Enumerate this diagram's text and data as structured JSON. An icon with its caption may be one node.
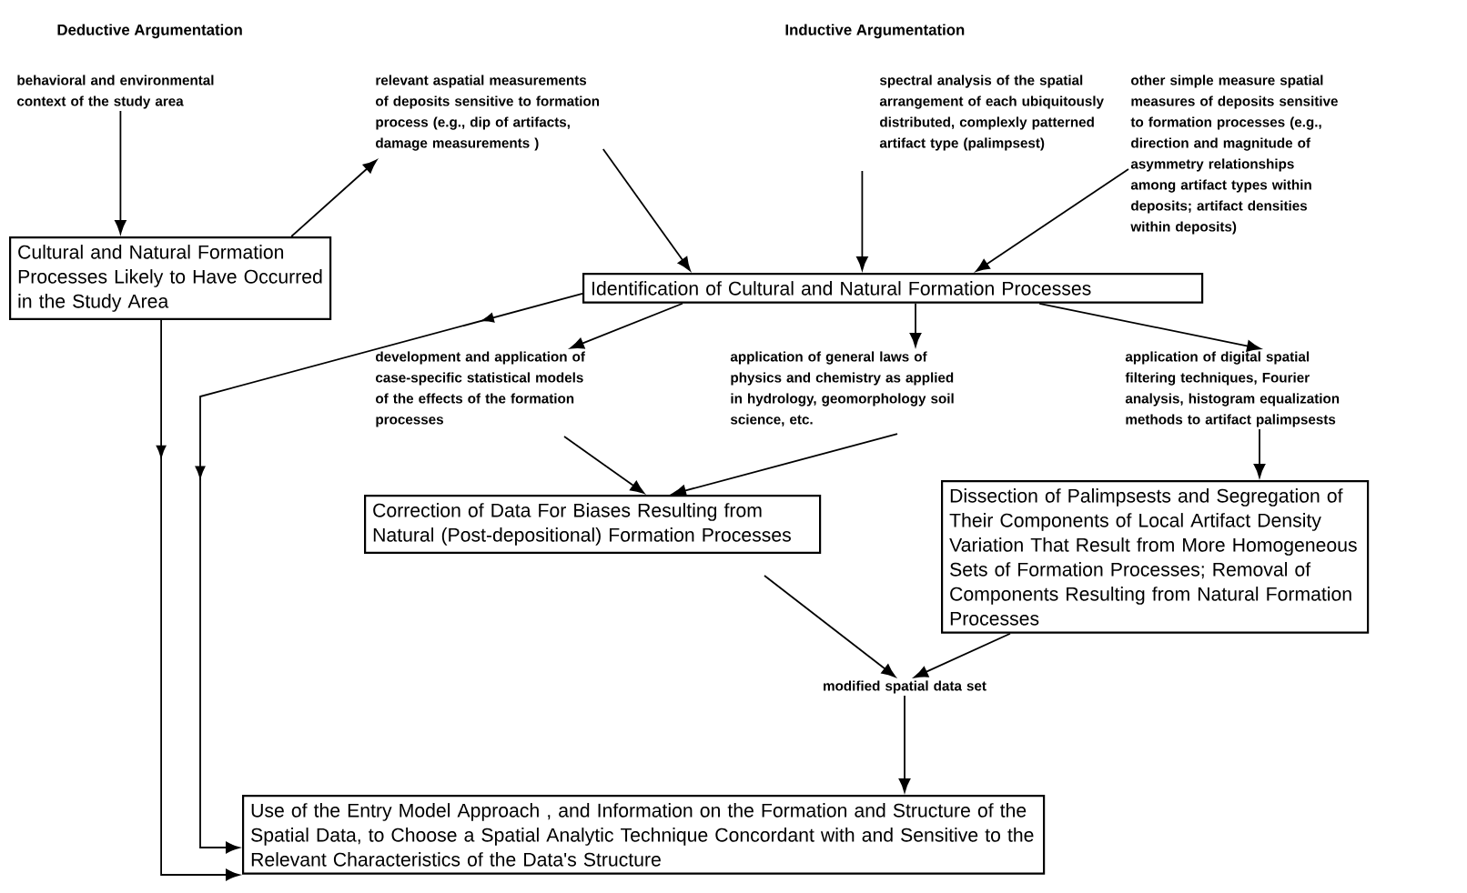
{
  "diagram": {
    "nodes": [
      {
        "text": [
          "behavioral and environmental context of the study area"
        ]
      },
      {
        "text": [
          "Cultural and Natural Formation Processes Likely to Have Occurred in the Study Area"
        ]
      },
      {
        "text": [
          "relevant aspatial measurements of deposits sensitive to formation process (e.g., dip of artifacts, damage measurements )"
        ]
      },
      {
        "text": [
          "spectral analysis of the spatial arrangement of each ubiquitously distributed, complexly patterned artifact type (palimpsest)"
        ]
      },
      {
        "text": [
          "other simple measure spatial measures of deposits sensitive to formation processes (e.g., direction and magnitude of asymmetry relationships among artifact types within deposits; artifact densities within deposits)"
        ]
      },
      {
        "text": [
          "Identification of Cultural and Natural Formation Processes"
        ]
      },
      {
        "text": [
          "development and application of case-specific statistical models of the effects of the formation processes"
        ]
      },
      {
        "text": [
          "application of general laws of physics and chemistry as applied in hydrology, geomorphology soil science, etc."
        ]
      },
      {
        "text": [
          "application of digital spatial filtering techniques, Fourier analysis, histogram equalization methods to artifact palimpsests"
        ]
      },
      {
        "text": [
          "Correction of Data For Biases Resulting from Natural (Post-depositional) Formation Processes"
        ]
      },
      {
        "text": [
          "Dissection of Palimpsests and Segregation of Their Components of Local Artifact Density Variation That Result from More Homogeneous Sets of Formation Processes; Removal of Components Resulting from Natural Formation Processes"
        ]
      },
      {
        "text": [
          "modified spatial data set"
        ]
      },
      {
        "text": [
          "Use of the Entry Model Approach , and Information on the Formation and Structure of the Spatial Data, to Choose a Spatial Analytic Technique Concordant with and Sensitive to the Relevant Characteristics of the Data's Structure"
        ]
      }
    ],
    "edges": [
      {
        "from": 0,
        "to": 1,
        "arrow": "to"
      },
      {
        "from": 1,
        "to": 2,
        "arrow": "to"
      },
      {
        "from": 1,
        "to": 12,
        "arrow": "to"
      },
      {
        "from": 2,
        "to": 5,
        "arrow": "to"
      },
      {
        "from": 3,
        "to": 5,
        "arrow": "to"
      },
      {
        "from": 4,
        "to": 5,
        "arrow": "to"
      },
      {
        "from": 5,
        "to": 12,
        "arrow": "to"
      },
      {
        "from": 5,
        "to": 6,
        "arrow": "to"
      },
      {
        "from": 5,
        "to": 7,
        "arrow": "to"
      },
      {
        "from": 5,
        "to": 8,
        "arrow": "to"
      },
      {
        "from": 6,
        "to": 9,
        "arrow": "to"
      },
      {
        "from": 7,
        "to": 9,
        "arrow": "to"
      },
      {
        "from": 8,
        "to": 10,
        "arrow": "to"
      },
      {
        "from": 9,
        "to": 11,
        "arrow": "to"
      },
      {
        "from": 10,
        "to": 11,
        "arrow": "to"
      },
      {
        "from": 11,
        "to": 12,
        "arrow": "to"
      }
    ],
    "labels": [
      "Deductive Argumentation",
      "Inductive Argumentation"
    ]
  }
}
